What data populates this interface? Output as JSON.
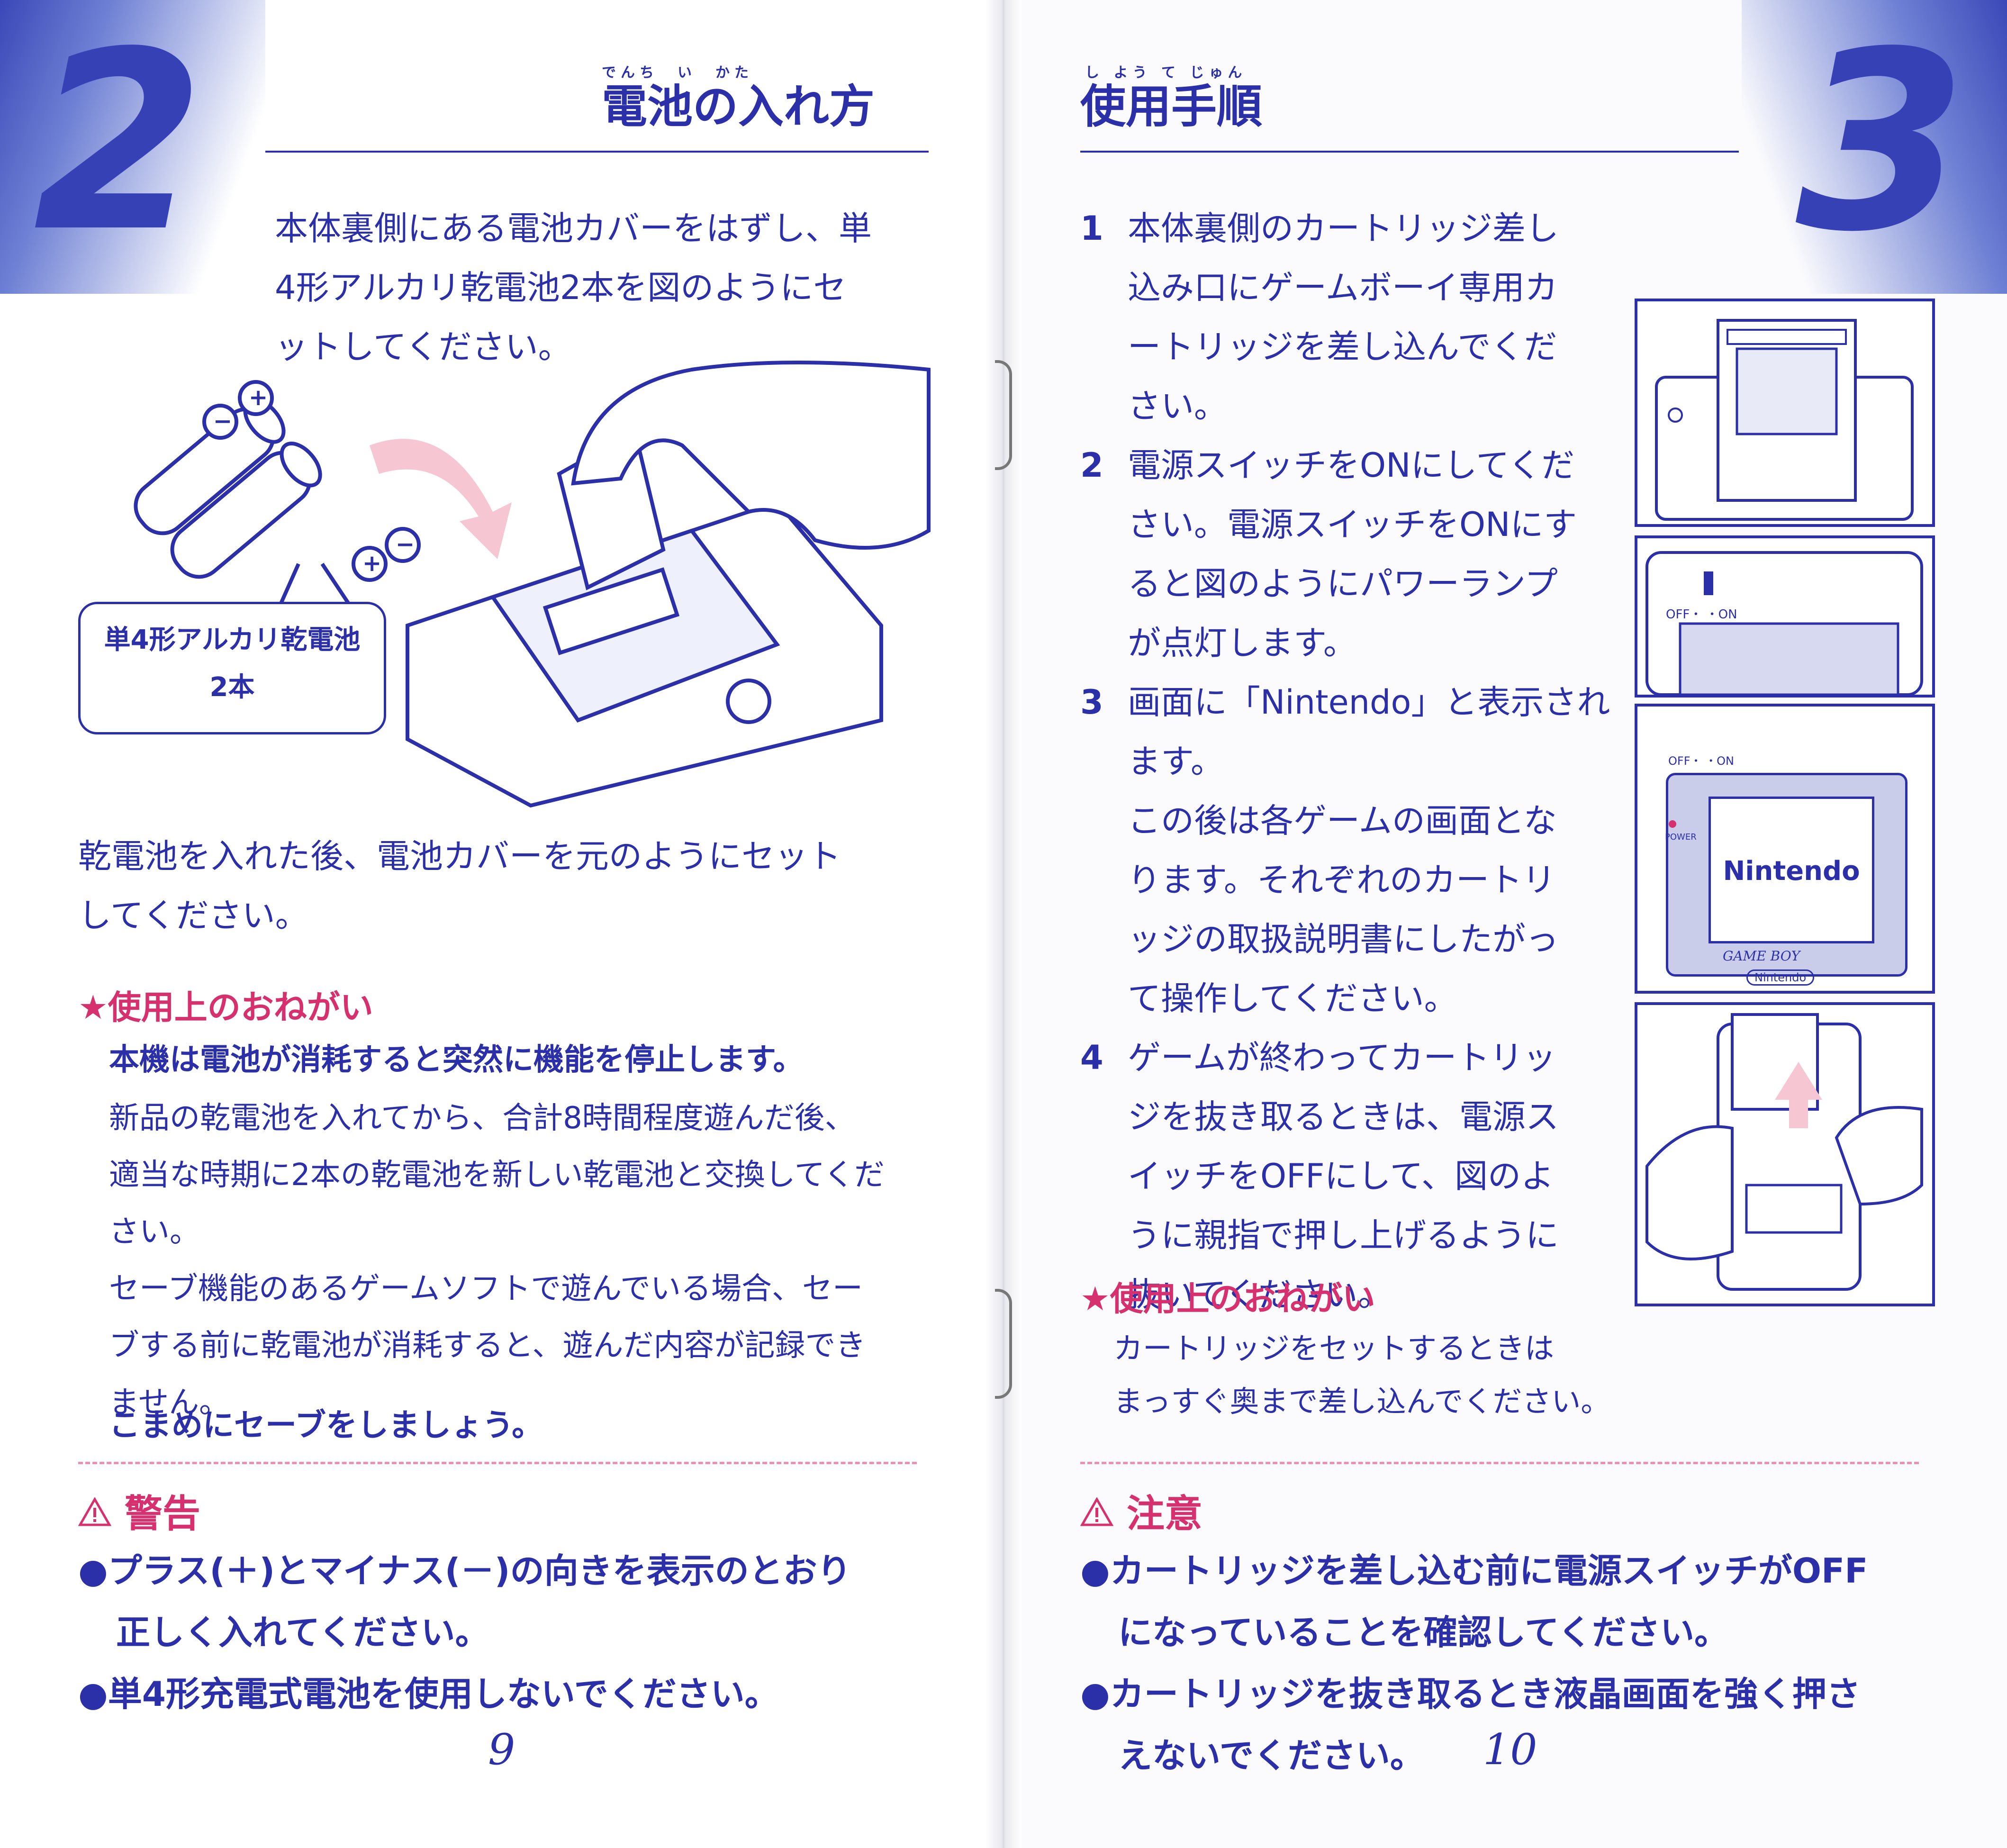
{
  "left_page": {
    "section_number": "2",
    "title": "電池の入れ方",
    "title_ruby": "でんち　い　かた",
    "intro": [
      "本体裏側にある電池カバーをはずし、単",
      "4形アルカリ乾電池2本を図のようにセ",
      "ットしてください。"
    ],
    "battery_callout": [
      "単4形アルカリ乾電池",
      "2本"
    ],
    "after_text": [
      "乾電池を入れた後、電池カバーを元のようにセット",
      "してください。"
    ],
    "caution_heading": "★使用上のおねがい",
    "caution_bold": "本機は電池が消耗すると突然に機能を停止します。",
    "caution_lines": [
      "新品の乾電池を入れてから、合計8時間程度遊んだ後、",
      "適当な時期に2本の乾電池を新しい乾電池と交換してくだ",
      "さい。",
      "セーブ機能のあるゲームソフトで遊んでいる場合、セー",
      "ブする前に乾電池が消耗すると、遊んだ内容が記録でき",
      "ません。"
    ],
    "caution_save": "こまめにセーブをしましょう。",
    "warning_heading": "警告",
    "warning_items": [
      "●プラス(＋)とマイナス(－)の向きを表示のとおり",
      "正しく入れてください。",
      "●単4形充電式電池を使用しないでください。"
    ],
    "page_number": "9"
  },
  "right_page": {
    "section_number": "3",
    "title": "使用手順",
    "title_ruby": "し よう て じゅん",
    "steps": [
      {
        "num": "1",
        "lines": [
          "本体裏側のカートリッジ差し",
          "込み口にゲームボーイ専用カ",
          "ートリッジを差し込んでくだ",
          "さい。"
        ]
      },
      {
        "num": "2",
        "lines": [
          "電源スイッチをONにしてくだ",
          "さい。電源スイッチをONにす",
          "ると図のようにパワーランプ",
          "が点灯します。"
        ]
      },
      {
        "num": "3",
        "lines": [
          "画面に「Nintendo」と表示され",
          "ます。",
          "この後は各ゲームの画面とな",
          "ります。それぞれのカートリ",
          "ッジの取扱説明書にしたがっ",
          "て操作してください。"
        ]
      },
      {
        "num": "4",
        "lines": [
          "ゲームが終わってカートリッ",
          "ジを抜き取るときは、電源ス",
          "イッチをOFFにして、図のよ",
          "うに親指で押し上げるように",
          "抜いてください。"
        ]
      }
    ],
    "caution_heading": "★使用上のおねがい",
    "caution_lines": [
      "カートリッジをセットするときは",
      "まっすぐ奥まで差し込んでください。"
    ],
    "notice_heading": "注意",
    "notice_items": [
      "●カートリッジを差し込む前に電源スイッチがOFF",
      "になっていることを確認してください。",
      "●カートリッジを抜き取るとき液晶画面を強く押さ",
      "えないでください。"
    ],
    "screen_labels": {
      "off_on": "OFF・ ・ON",
      "power": "POWER",
      "nintendo_logo": "Nintendo",
      "gameboy": "GAME BOY",
      "nintendo_badge": "Nintendo"
    },
    "page_number": "10"
  },
  "colors": {
    "ink": "#2b2fa8",
    "pink": "#d6306e",
    "dash": "#ee8fb0"
  }
}
